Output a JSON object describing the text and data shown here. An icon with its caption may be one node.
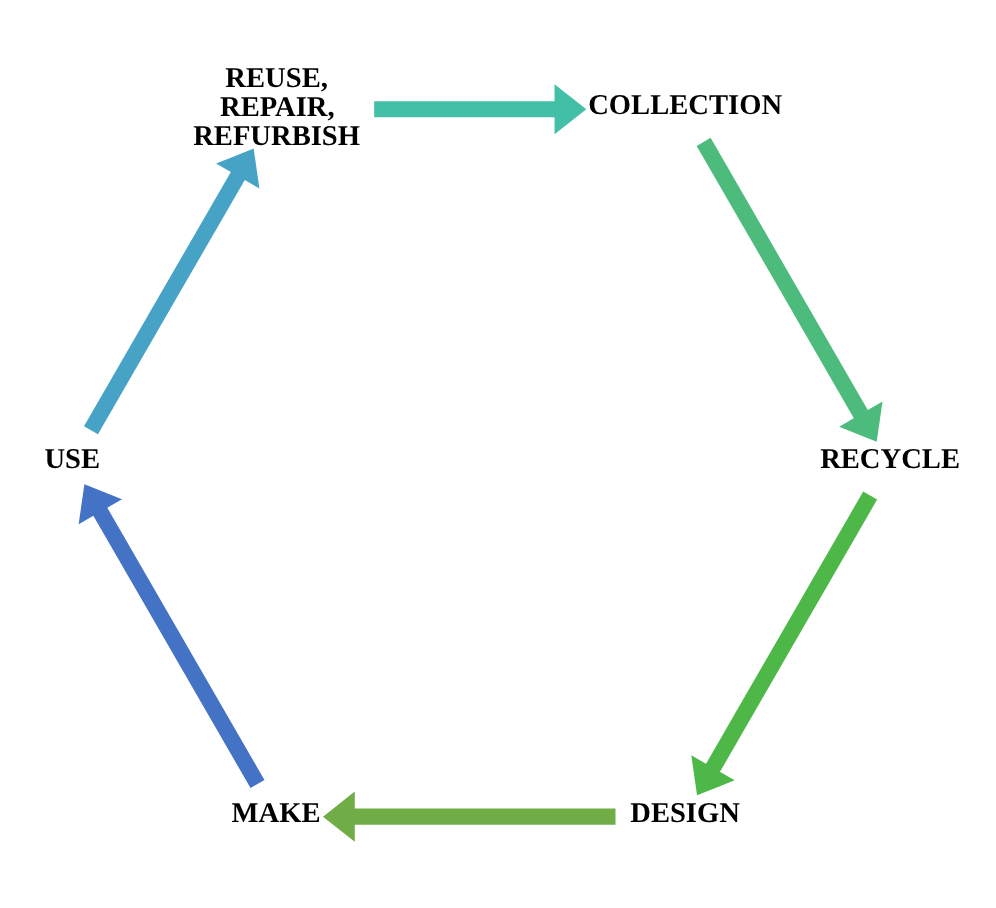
{
  "diagram": {
    "nodes": [
      {
        "text": [
          "DESIGN"
        ]
      },
      {
        "text": [
          "MAKE"
        ]
      },
      {
        "text": [
          "USE"
        ]
      },
      {
        "text": [
          "REUSE, REPAIR, REFURBISH"
        ]
      },
      {
        "text": [
          "COLLECTION"
        ]
      },
      {
        "text": [
          "RECYCLE"
        ]
      }
    ],
    "edges": [
      {
        "from": 0,
        "to": 1,
        "arrow": "to",
        "color": "#70ad47"
      },
      {
        "from": 1,
        "to": 2,
        "arrow": "to",
        "color": "#4472c4"
      },
      {
        "from": 2,
        "to": 3,
        "arrow": "to",
        "color": "#46a3c6"
      },
      {
        "from": 3,
        "to": 4,
        "arrow": "to",
        "color": "#43bfa8"
      },
      {
        "from": 4,
        "to": 5,
        "arrow": "to",
        "color": "#4cbb7c"
      },
      {
        "from": 5,
        "to": 0,
        "arrow": "to",
        "color": "#4db848"
      }
    ]
  }
}
